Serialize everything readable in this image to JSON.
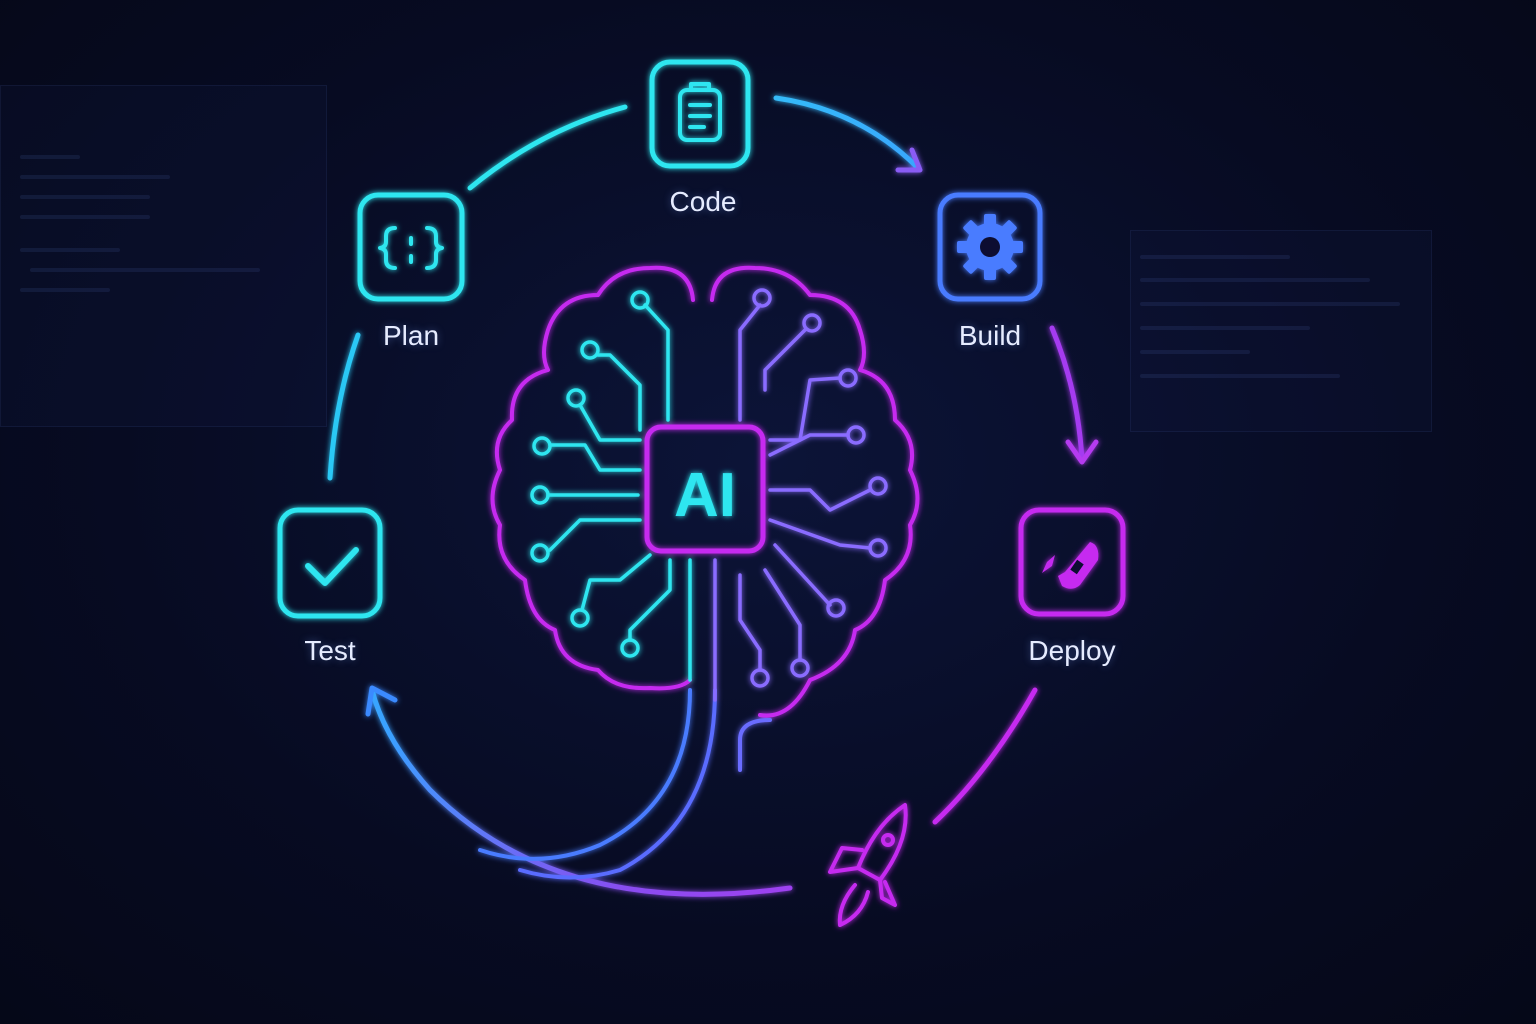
{
  "center": {
    "label": "AI"
  },
  "stages": [
    {
      "label": "Code",
      "icon": "clipboard-icon"
    },
    {
      "label": "Build",
      "icon": "gear-icon"
    },
    {
      "label": "Deploy",
      "icon": "deploy-icon"
    },
    {
      "label": "Test",
      "icon": "checkmark-icon"
    },
    {
      "label": "Plan",
      "icon": "curly-braces-icon"
    }
  ],
  "colors": {
    "cyan": "#2ee6f0",
    "blue": "#4a7cff",
    "magenta": "#c62cf0",
    "background": "#070b22"
  }
}
